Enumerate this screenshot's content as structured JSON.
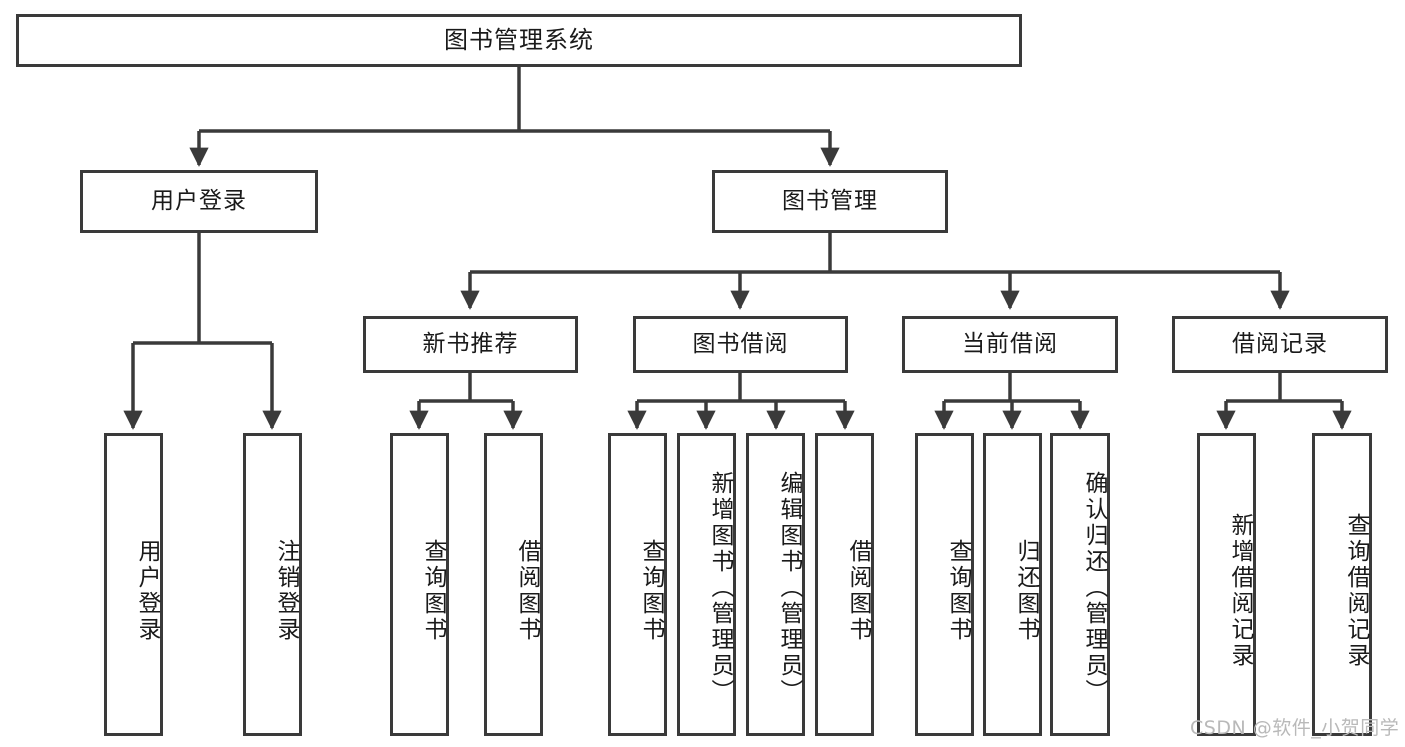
{
  "diagram": {
    "title": "图书管理系统",
    "type": "tree-hierarchy-chart",
    "watermark": "CSDN @软件_小贺同学",
    "colors": {
      "box_border": "#3a3a3a",
      "box_fill": "#ffffff",
      "edge": "#3a3a3a",
      "text": "#1a1a1a",
      "watermark": "#b9b9b9",
      "page_background": "#ffffff"
    },
    "root": {
      "label": "图书管理系统"
    },
    "level1": [
      {
        "label": "用户登录"
      },
      {
        "label": "图书管理"
      }
    ],
    "level2": [
      {
        "label": "新书推荐"
      },
      {
        "label": "图书借阅"
      },
      {
        "label": "当前借阅"
      },
      {
        "label": "借阅记录"
      }
    ],
    "leaves": {
      "user_login": [
        {
          "label": "用户登录"
        },
        {
          "label": "注销登录"
        }
      ],
      "new_book_recommend": [
        {
          "label": "查询图书"
        },
        {
          "label": "借阅图书"
        }
      ],
      "book_borrow": [
        {
          "label": "查询图书"
        },
        {
          "label": "新增图书（管理员）"
        },
        {
          "label": "编辑图书（管理员）"
        },
        {
          "label": "借阅图书"
        }
      ],
      "current_borrow": [
        {
          "label": "查询图书"
        },
        {
          "label": "归还图书"
        },
        {
          "label": "确认归还（管理员）"
        }
      ],
      "borrow_record": [
        {
          "label": "新增借阅记录"
        },
        {
          "label": "查询借阅记录"
        }
      ]
    }
  }
}
